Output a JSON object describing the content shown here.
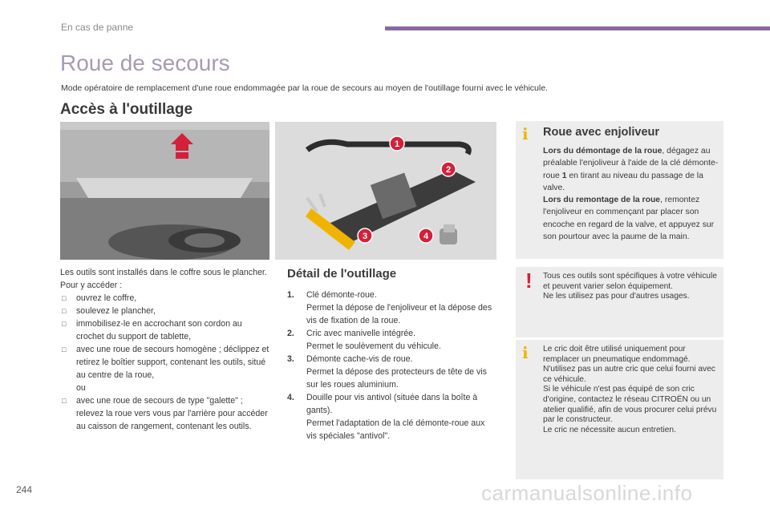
{
  "header": {
    "section": "En cas de panne",
    "accent": "#8a6a9e"
  },
  "title": "Roue de secours",
  "intro": "Mode opératoire de remplacement d'une roue endommagée par la roue de secours au moyen de l'outillage fourni avec le véhicule.",
  "access": {
    "heading": "Accès à l'outillage",
    "lines": [
      "Les outils sont installés dans le coffre sous le plancher.",
      "Pour y accéder :"
    ],
    "bullets": [
      "ouvrez le coffre,",
      "soulevez le plancher,",
      "immobilisez-le en accrochant son cordon au crochet du support de tablette,",
      "avec une roue de secours homogène ; déclippez et retirez le boîtier support, contenant les outils, situé au centre de la roue,",
      "ou",
      "avec une roue de secours de type \"galette\" ; relevez la roue vers vous par l'arrière pour accéder au caisson de rangement, contenant les outils."
    ]
  },
  "detail": {
    "heading": "Détail de l'outillage",
    "items": [
      {
        "num": "1.",
        "title": "Clé démonte-roue.",
        "desc": "Permet la dépose de l'enjoliveur et la dépose des vis de fixation de la roue."
      },
      {
        "num": "2.",
        "title": "Cric avec manivelle intégrée.",
        "desc": "Permet le soulèvement du véhicule."
      },
      {
        "num": "3.",
        "title": "Démonte cache-vis de roue.",
        "desc": "Permet la dépose des protecteurs de tête de vis sur les roues aluminium."
      },
      {
        "num": "4.",
        "title": "Douille pour vis antivol (située dans la boîte à gants).",
        "desc": "Permet l'adaptation de la clé démonte-roue aux vis spéciales \"antivol\"."
      }
    ]
  },
  "wheel_cover": {
    "icon": "info-icon",
    "heading": "Roue avec enjoliveur",
    "removal_label": "Lors du démontage de la roue",
    "removal_text_a": ", dégagez au préalable l'enjoliveur à l'aide de la clé démonte-roue ",
    "removal_key": "1",
    "removal_text_b": " en tirant au niveau du passage de la valve.",
    "refit_label": "Lors du remontage de la roue",
    "refit_text": ", remontez l'enjoliveur en commençant par placer son encoche en regard de la valve, et appuyez sur son pourtour avec la paume de la main."
  },
  "warning": {
    "icon": "warning-icon",
    "lines": [
      "Tous ces outils sont spécifiques à votre véhicule et peuvent varier selon équipement.",
      "Ne les utilisez pas pour d'autres usages."
    ]
  },
  "jack_info": {
    "icon": "info-icon",
    "lines": [
      "Le cric doit être utilisé uniquement pour remplacer un pneumatique endommagé.",
      "N'utilisez pas un autre cric que celui fourni avec ce véhicule.",
      "Si le véhicule n'est pas équipé de son cric d'origine, contactez le réseau CITROËN ou un atelier qualifié, afin de vous procurer celui prévu par le constructeur.",
      "Le cric ne nécessite aucun entretien."
    ]
  },
  "callouts": [
    "1",
    "2",
    "3",
    "4"
  ],
  "page_number": "244",
  "watermark": "carmanualsonline.info",
  "colors": {
    "callout": "#d4203a",
    "info": "#f0b400",
    "warning": "#d4203a",
    "box_bg": "#ededed",
    "title": "#a89ab3"
  }
}
